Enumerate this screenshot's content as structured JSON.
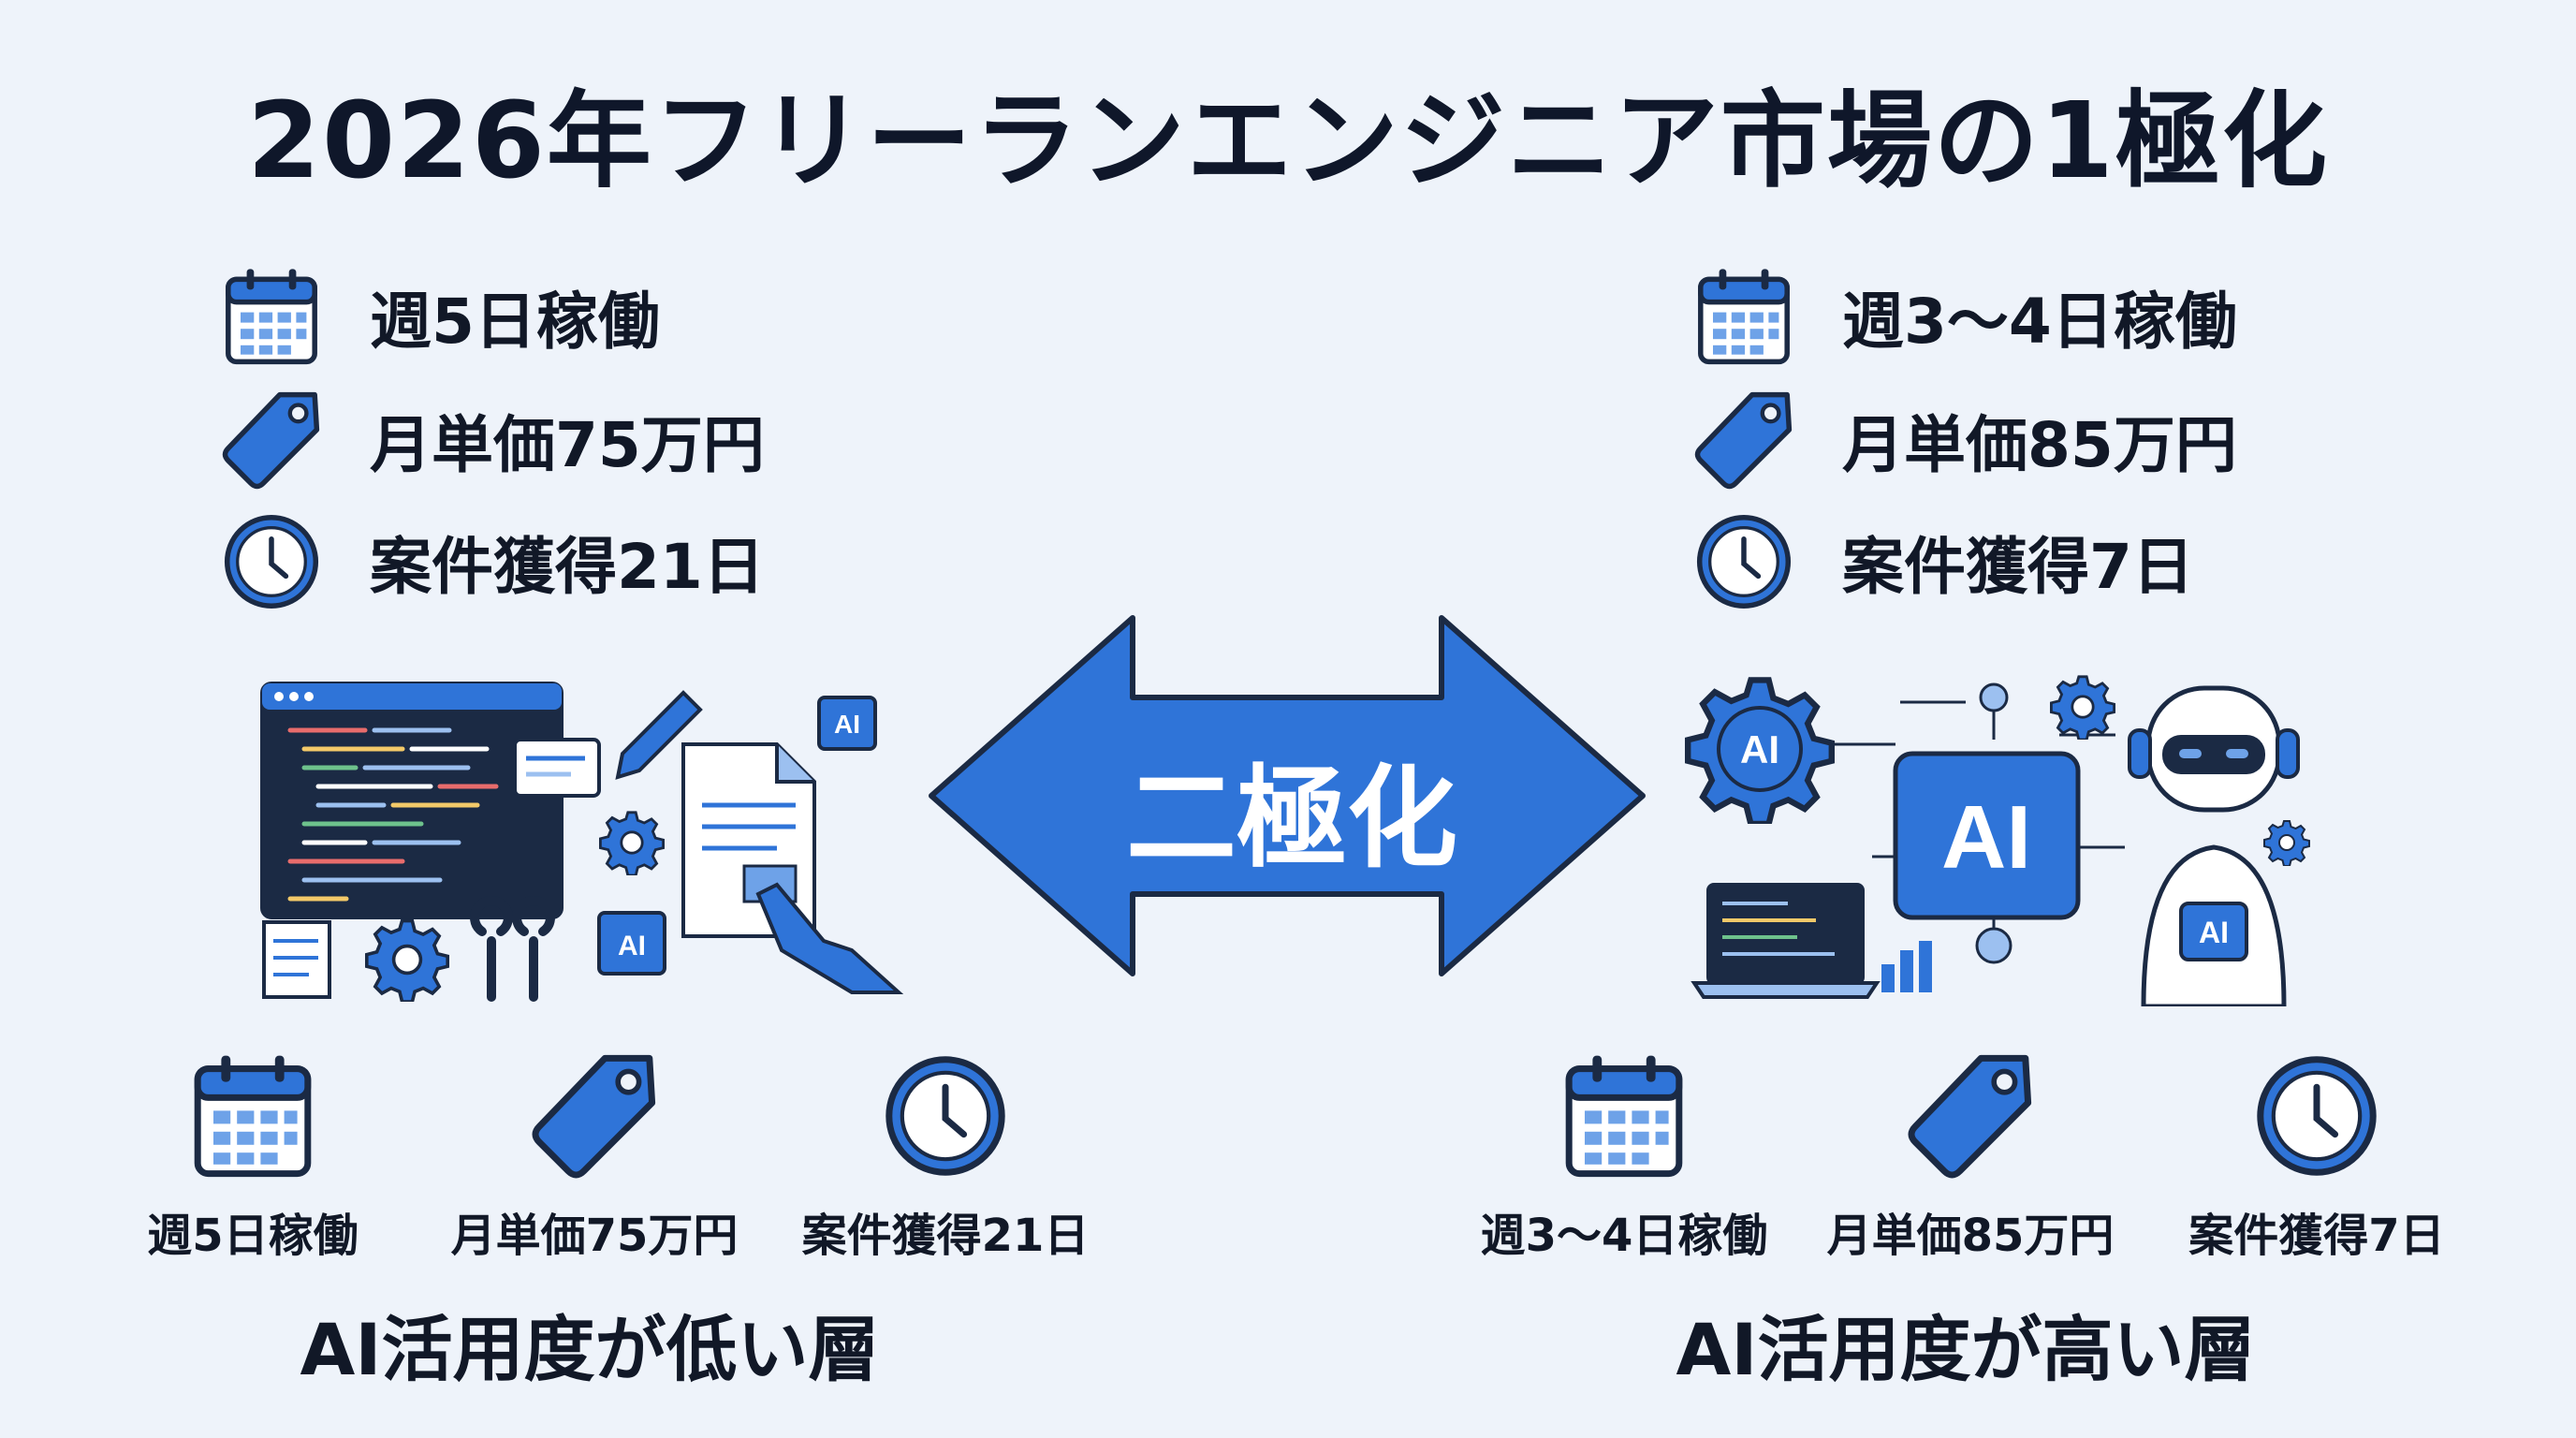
{
  "title": "2026年フリーランエンジニア市場の1極化",
  "center_label": "二極化",
  "colors": {
    "background": "#eef3fa",
    "primary_blue": "#2f74d8",
    "light_blue": "#9cc0f0",
    "dark_navy": "#1b2a44",
    "text": "#111827"
  },
  "left": {
    "top_stats": [
      {
        "icon": "calendar-icon",
        "label": "週5日稼働"
      },
      {
        "icon": "price-tag-icon",
        "label": "月単価75万円"
      },
      {
        "icon": "clock-icon",
        "label": "案件獲得21日"
      }
    ],
    "bottom_stats": [
      {
        "icon": "calendar-icon",
        "label": "週5日稼働"
      },
      {
        "icon": "price-tag-icon",
        "label": "月単価75万円"
      },
      {
        "icon": "clock-icon",
        "label": "案件獲得21日"
      }
    ],
    "illustration": {
      "ai_badge": "AI"
    },
    "caption": "AI活用度が低い層"
  },
  "right": {
    "top_stats": [
      {
        "icon": "calendar-icon",
        "label": "週3〜4日稼働"
      },
      {
        "icon": "price-tag-icon",
        "label": "月単価85万円"
      },
      {
        "icon": "clock-icon",
        "label": "案件獲得7日"
      }
    ],
    "bottom_stats": [
      {
        "icon": "calendar-icon",
        "label": "週3〜4日稼働"
      },
      {
        "icon": "price-tag-icon",
        "label": "月単価85万円"
      },
      {
        "icon": "clock-icon",
        "label": "案件獲得7日"
      }
    ],
    "illustration": {
      "ai_gear": "AI",
      "ai_chip": "AI",
      "ai_robot": "AI"
    },
    "caption": "AI活用度が高い層"
  }
}
